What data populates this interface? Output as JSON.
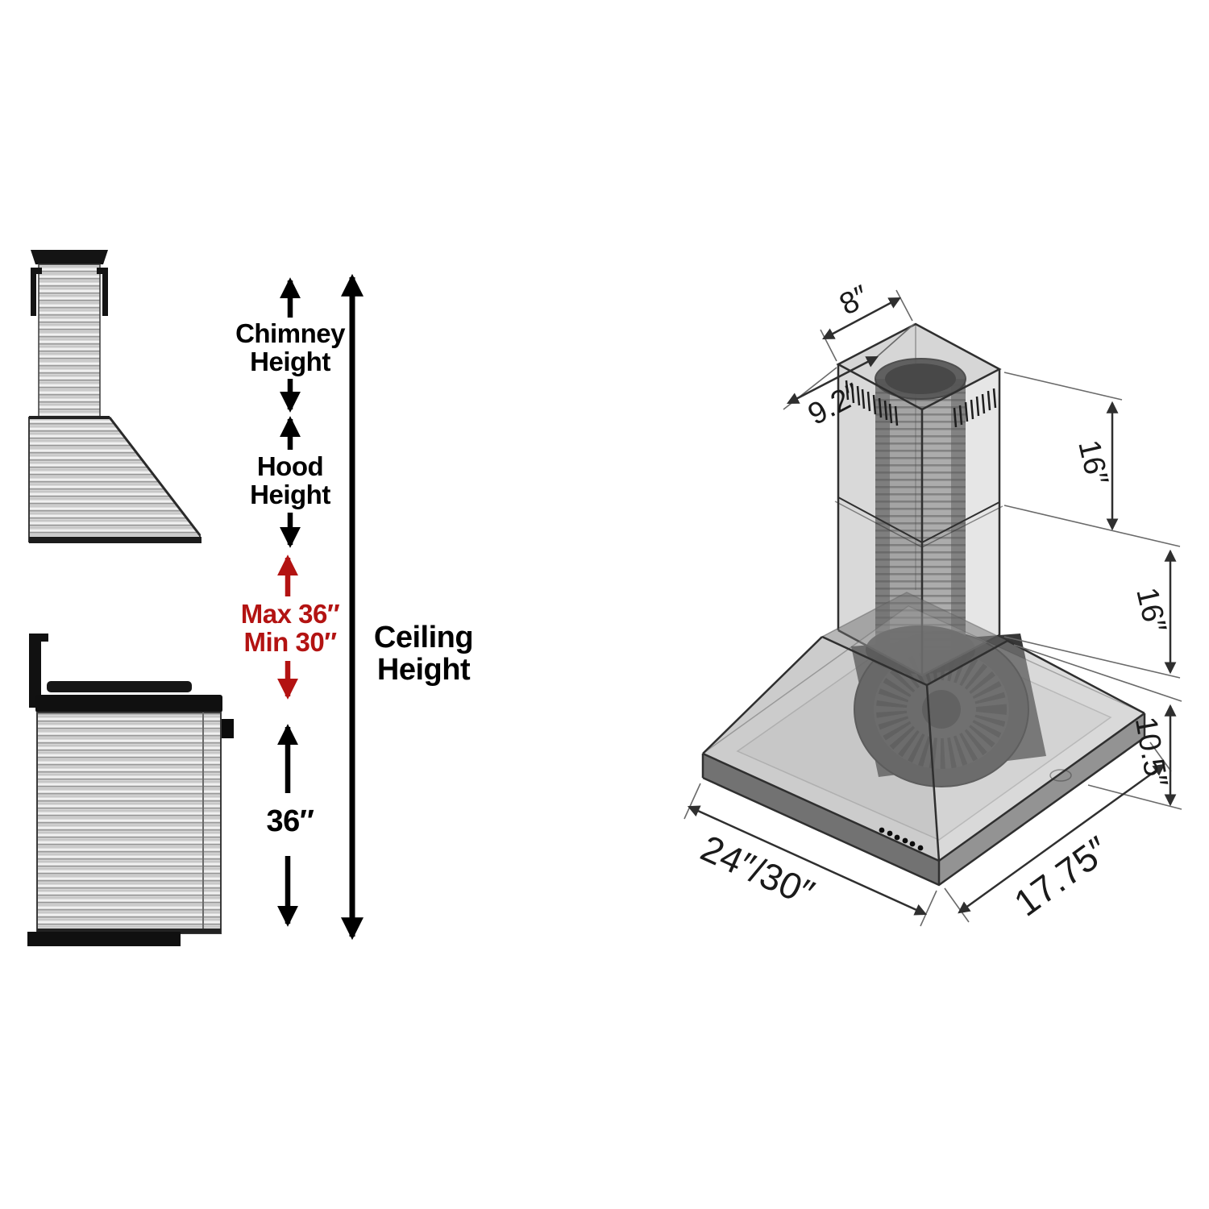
{
  "page": {
    "background": "#ffffff"
  },
  "colors": {
    "ink": "#000000",
    "accent_red": "#b31312",
    "line_gray": "#2f2f2f"
  },
  "left_panel": {
    "chimney_height_label": "Chimney\nHeight",
    "hood_height_label": "Hood\nHeight",
    "mounting_range_label": "Max 36″\nMin 30″",
    "range_to_hood_label": "36″",
    "ceiling_height_label": "Ceiling\nHeight"
  },
  "right_panel": {
    "chimney_top_width": "8″",
    "chimney_top_depth": "9.2″",
    "upper_chimney_section_height": "16″",
    "lower_chimney_section_height": "16″",
    "hood_body_height": "10.5″",
    "hood_width_options": "24″/30″",
    "hood_depth": "17.75″"
  }
}
